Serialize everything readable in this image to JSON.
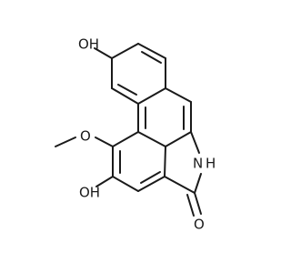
{
  "molecule": {
    "labels": {
      "hydroxyl_top": "OH",
      "hydroxyl_bottom": "OH",
      "methoxy_oxygen": "O",
      "amide_nitrogen": "N",
      "amide_hydrogen": "H",
      "carbonyl_oxygen": "O"
    }
  }
}
